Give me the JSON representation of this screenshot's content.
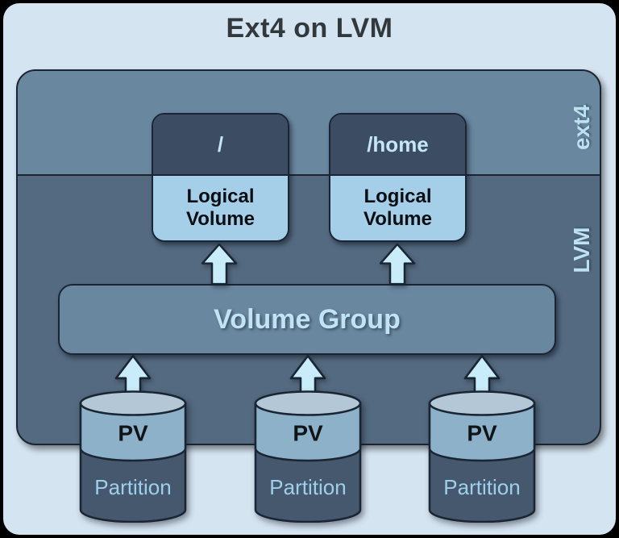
{
  "title": "Ext4 on LVM",
  "layers": {
    "ext4_label": "ext4",
    "lvm_label": "LVM"
  },
  "logical_volumes": [
    {
      "mount": "/",
      "label": "Logical Volume"
    },
    {
      "mount": "/home",
      "label": "Logical Volume"
    }
  ],
  "volume_group": {
    "label": "Volume Group"
  },
  "physical_volumes": [
    {
      "pv": "PV",
      "partition": "Partition"
    },
    {
      "pv": "PV",
      "partition": "Partition"
    },
    {
      "pv": "PV",
      "partition": "Partition"
    }
  ],
  "colors": {
    "page_background": "#000000",
    "canvas_background": "#d5e4f1",
    "ext4_layer": "#69879f",
    "lvm_layer": "#546a80",
    "lv_header": "#3c4d63",
    "lv_body": "#a5cfe8",
    "volume_group_fill": "#69879f",
    "pv_band": "#8cb1c8",
    "cylinder_top": "#b3c7d6",
    "partition_fill": "#46586d",
    "arrow_fill": "#c9ecfa",
    "outline": "#1a2533",
    "light_text": "#bfe3f5",
    "title_text": "#31393c"
  }
}
